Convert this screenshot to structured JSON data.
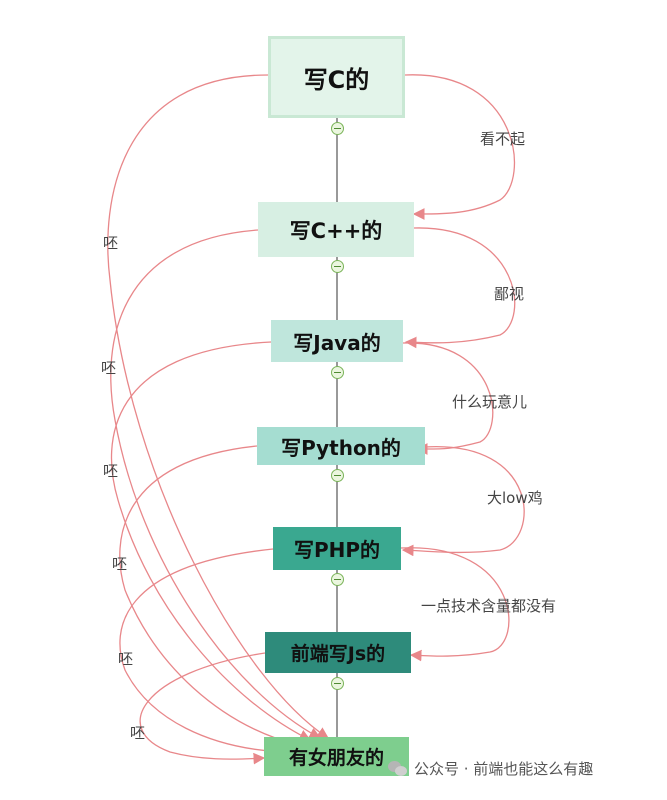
{
  "nodes": [
    {
      "label": "写C的"
    },
    {
      "label": "写C++的"
    },
    {
      "label": "写Java的"
    },
    {
      "label": "写Python的"
    },
    {
      "label": "写PHP的"
    },
    {
      "label": "前端写Js的"
    },
    {
      "label": "有女朋友的"
    }
  ],
  "right_edge_labels": [
    "看不起",
    "鄙视",
    "什么玩意儿",
    "大low鸡",
    "一点技术含量都没有"
  ],
  "left_edge_label": "呸",
  "watermark": {
    "text": "公众号 · 前端也能这么有趣",
    "icon": "wechat-icon"
  },
  "colors": {
    "arrow": "#e8878a",
    "connector": "#555555",
    "text": "#111111"
  }
}
